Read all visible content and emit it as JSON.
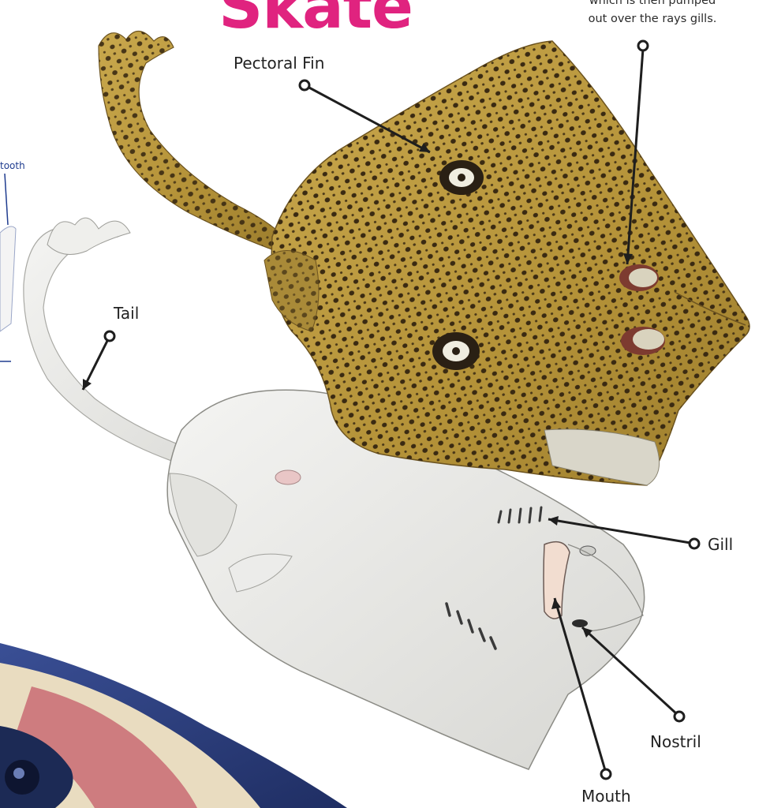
{
  "title": "Skate",
  "note": {
    "line1": "which is then pumped",
    "line2": "out over the rays gills."
  },
  "labels": {
    "pectoral_fin": "Pectoral Fin",
    "tail": "Tail",
    "gill": "Gill",
    "nostril": "Nostril",
    "mouth": "Mouth",
    "tooth": "tooth"
  },
  "colors": {
    "title": "#e0237f",
    "skin_top": "#b8973f",
    "spots": "#3a2a12",
    "underside": "#ebebe8",
    "leader": "#1e1e1e",
    "shark_blue": "#273a7a"
  }
}
